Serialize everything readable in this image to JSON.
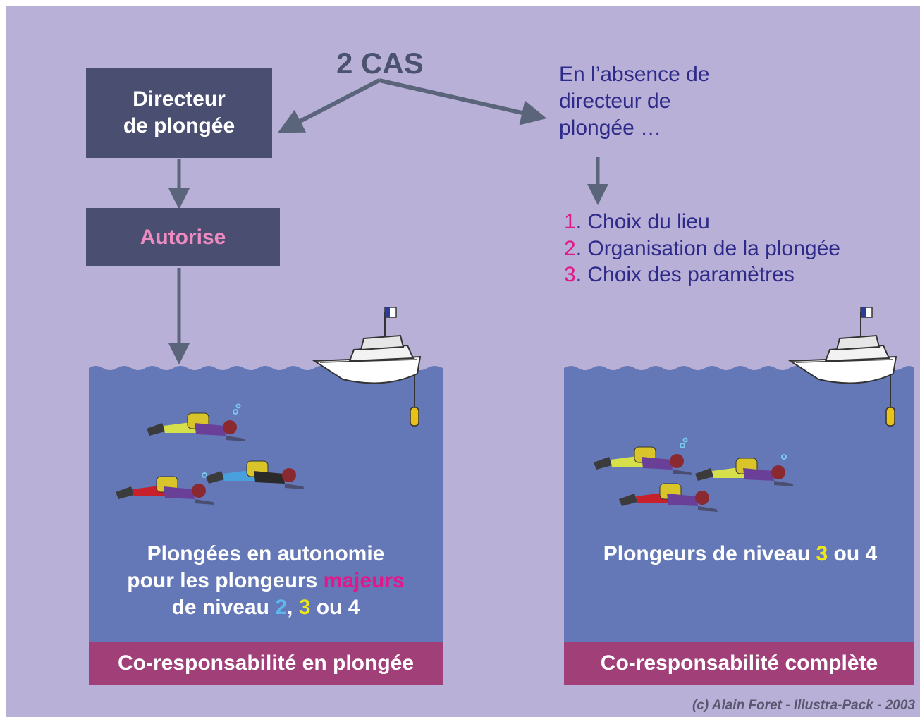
{
  "cas_label": "2 CAS",
  "director_box": {
    "line1": "Directeur",
    "line2": "de plongée"
  },
  "autorise_label": "Autorise",
  "absence": {
    "line1": "En l’absence de",
    "line2": "directeur de",
    "line3": "plongée …"
  },
  "steps": [
    {
      "num": "1",
      "text": ". Choix du lieu"
    },
    {
      "num": "2",
      "text": ". Organisation de la plongée"
    },
    {
      "num": "3",
      "text": ". Choix des paramètres"
    }
  ],
  "left_panel": {
    "line1": "Plongées en autonomie",
    "line2_start": "pour les plongeurs ",
    "line2_highlight": "majeurs",
    "line3_start": "de niveau ",
    "level_a": "2",
    "sep": ", ",
    "level_b": "3",
    "line3_end": " ou 4",
    "banner": "Co-responsabilité en plongée"
  },
  "right_panel": {
    "text_start": "Plongeurs de niveau ",
    "level": "3",
    "text_end": " ou 4",
    "banner": "Co-responsabilité complète"
  },
  "copyright": "(c) Alain Foret - Illustra-Pack - 2003",
  "colors": {
    "background": "#b8b0d6",
    "dark_box": "#4a4f71",
    "water": "#6478b8",
    "banner": "#a03f78",
    "text_blue": "#2e2a8a",
    "highlight_pink": "#e2188a",
    "highlight_yellow": "#ece81c",
    "highlight_blue": "#5fb8ec"
  }
}
